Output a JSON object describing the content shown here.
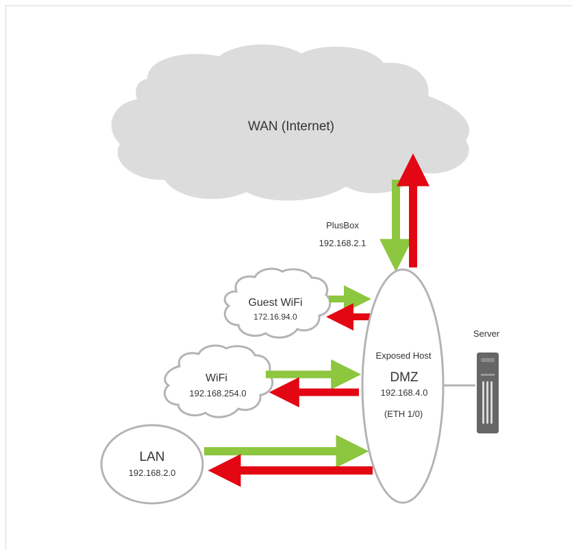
{
  "wan": {
    "label": "WAN (Internet)"
  },
  "plusbox": {
    "name": "PlusBox",
    "ip": "192.168.2.1"
  },
  "guest_wifi": {
    "name": "Guest WiFi",
    "ip": "172.16.94.0"
  },
  "wifi": {
    "name": "WiFi",
    "ip": "192.168.254.0"
  },
  "lan": {
    "name": "LAN",
    "ip": "192.168.2.0"
  },
  "dmz": {
    "subtitle": "Exposed Host",
    "name": "DMZ",
    "ip": "192.168.4.0",
    "port": "(ETH 1/0)"
  },
  "server": {
    "label": "Server"
  },
  "colors": {
    "inbound": "#8dc63f",
    "outbound": "#e30613",
    "cloud_fill": "#dcdcdc",
    "outline": "#b3b3b3",
    "server": "#666666"
  }
}
